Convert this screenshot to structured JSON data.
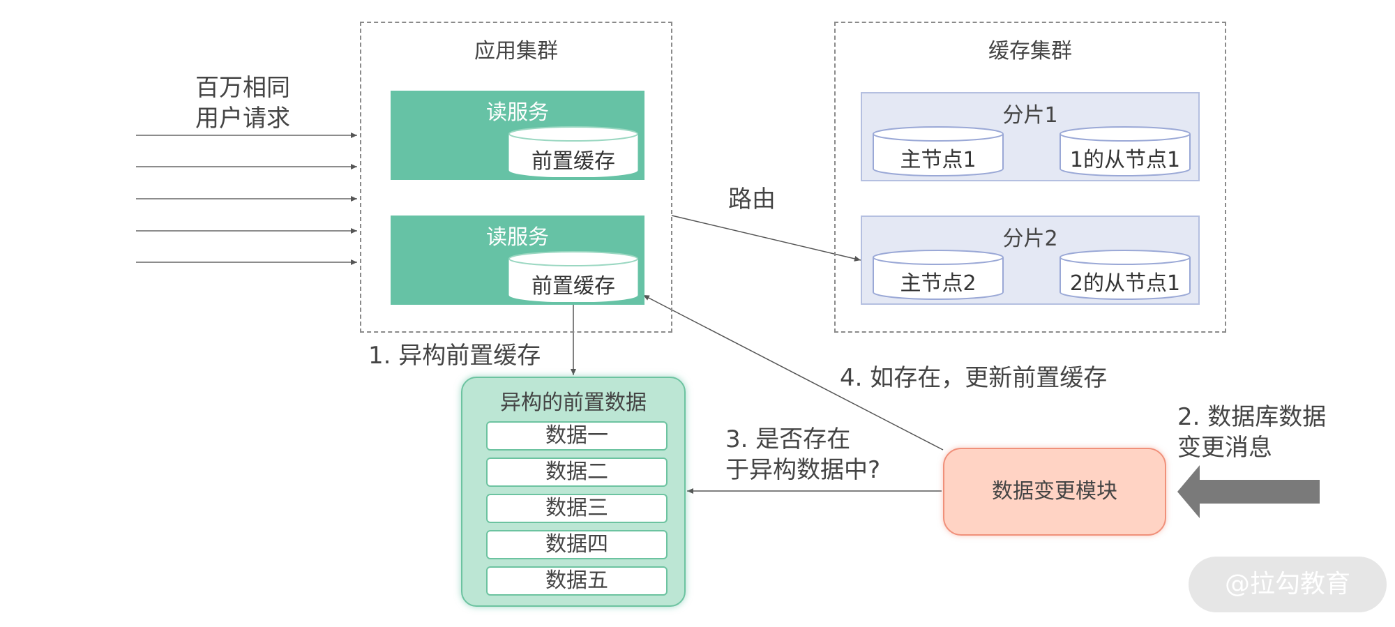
{
  "request_label_line1": "百万相同",
  "request_label_line2": "用户请求",
  "app_cluster": {
    "title": "应用集群",
    "services": [
      {
        "title": "读服务",
        "cache_label": "前置缓存"
      },
      {
        "title": "读服务",
        "cache_label": "前置缓存"
      }
    ]
  },
  "cache_cluster": {
    "title": "缓存集群",
    "shards": [
      {
        "title": "分片1",
        "master": "主节点1",
        "slave": "1的从节点1"
      },
      {
        "title": "分片2",
        "master": "主节点2",
        "slave": "2的从节点1"
      }
    ]
  },
  "route_label": "路由",
  "step1_label": "1. 异构前置缓存",
  "hetero_data": {
    "title": "异构的前置数据",
    "items": [
      "数据一",
      "数据二",
      "数据三",
      "数据四",
      "数据五"
    ]
  },
  "step2_line1": "2. 数据库数据",
  "step2_line2": "变更消息",
  "step3_line1": "3. 是否存在",
  "step3_line2": "于异构数据中?",
  "step4_label": "4. 如存在，更新前置缓存",
  "data_change_module": "数据变更模块",
  "watermark": "@拉勾教育",
  "colors": {
    "service_green": "#66c2a5",
    "shard_fill": "#e4e8f4",
    "module_fill": "#ffd3c4",
    "hetero_fill": "#bce6d4"
  }
}
